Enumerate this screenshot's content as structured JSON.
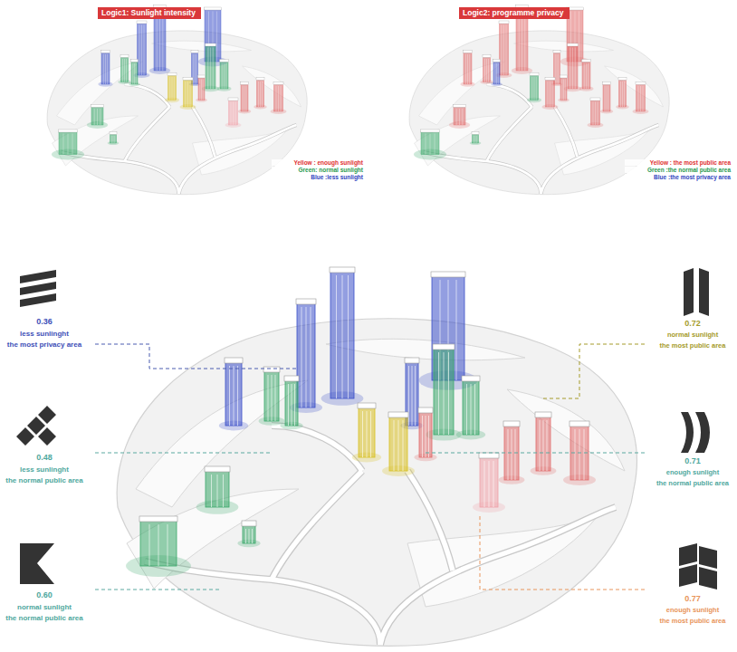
{
  "diagram": {
    "nodes": [
      {
        "text": [
          "Logic1:  Sunlight intensity"
        ]
      },
      {
        "text": [
          "Logic2:  programme privacy"
        ]
      }
    ],
    "labels": [
      "Yellow : enough sunlight",
      "Green: normal sunlight",
      "Blue :less sunlight",
      "Yellow : the most public area",
      "Green :the normal public area",
      "Blue :the most privacy area",
      "0.36",
      "less sunlinght",
      "the most privacy area",
      "0.48",
      "less sunlinght",
      "the normal public area",
      "0.60",
      "normal sunlight",
      "the normal public area",
      "0.72",
      "normal sunlight",
      "the most public area",
      "0.71",
      "enough sunlight",
      "the normal public area",
      "0.77",
      "enough sunlight",
      "the most public area"
    ]
  }
}
